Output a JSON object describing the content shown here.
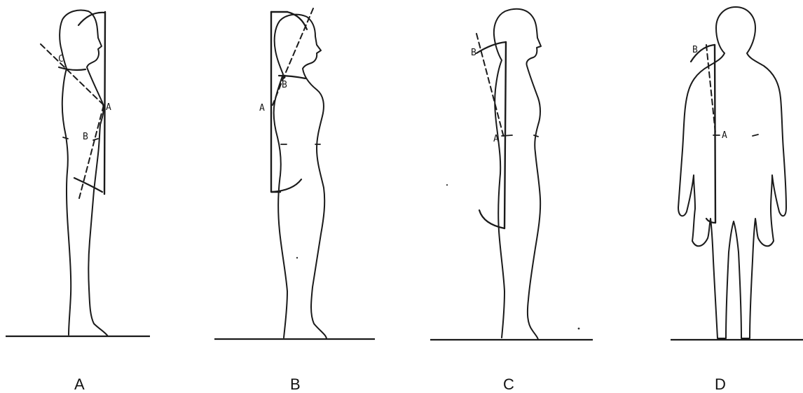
{
  "panels": [
    {
      "id": "A",
      "caption": "A",
      "points": [
        "C",
        "A",
        "B"
      ]
    },
    {
      "id": "B",
      "caption": "B",
      "points": [
        "B",
        "A"
      ]
    },
    {
      "id": "C",
      "caption": "C",
      "points": [
        "B",
        "A"
      ]
    },
    {
      "id": "D",
      "caption": "D",
      "points": [
        "B",
        "A"
      ]
    }
  ]
}
